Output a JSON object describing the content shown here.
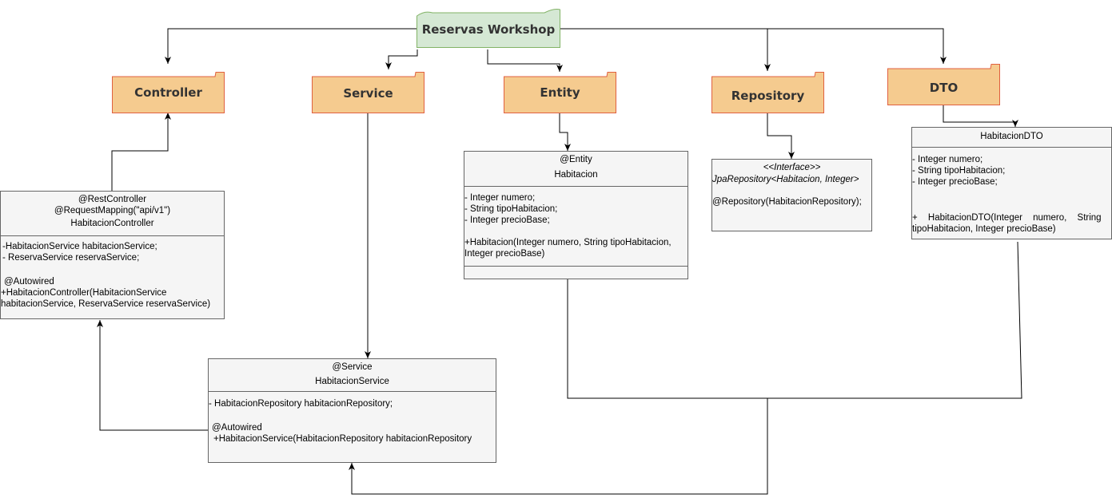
{
  "root": {
    "label": "Reservas Workshop"
  },
  "packages": {
    "controller": "Controller",
    "service": "Service",
    "entity": "Entity",
    "repository": "Repository",
    "dto": "DTO"
  },
  "controller_class": {
    "annotations": [
      "@RestController",
      "@RequestMapping(\"api/v1\")"
    ],
    "name": "HabitacionController",
    "attributes": [
      "-HabitacionService habitacionService;",
      "- ReservaService reservaService;"
    ],
    "method_annotation": "@Autowired",
    "constructor": [
      "+HabitacionController(HabitacionService",
      "habitacionService, ReservaService reservaService)"
    ]
  },
  "entity_class": {
    "annotation": "@Entity",
    "name": "Habitacion",
    "attributes": [
      "- Integer numero;",
      "- String tipoHabitacion;",
      "- Integer precioBase;"
    ],
    "constructor": [
      "+Habitacion(Integer numero, String tipoHabitacion,",
      "Integer precioBase)"
    ]
  },
  "repository_class": {
    "stereotype": "<<Interface>>",
    "name": "JpaRepository<Habitacion, Integer>",
    "annotation": "@Repository(HabitacionRepository);"
  },
  "dto_class": {
    "name": "HabitacionDTO",
    "attributes": [
      "- Integer numero;",
      "- String tipoHabitacion;",
      "- Integer precioBase;"
    ],
    "constructor": [
      "+ HabitacionDTO(Integer numero, String",
      "tipoHabitacion, Integer precioBase)"
    ]
  },
  "service_class": {
    "annotation": "@Service",
    "name": "HabitacionService",
    "attribute": "- HabitacionRepository habitacionRepository;",
    "method_annotation": "@Autowired",
    "constructor": "+HabitacionService(HabitacionRepository habitacionRepository"
  },
  "colors": {
    "folder_fill": "#f5cb8f",
    "folder_stroke": "#e06040",
    "root_fill": "#d5e8d4",
    "root_stroke": "#82b366",
    "class_fill": "#f5f5f5",
    "class_stroke": "#666666"
  }
}
